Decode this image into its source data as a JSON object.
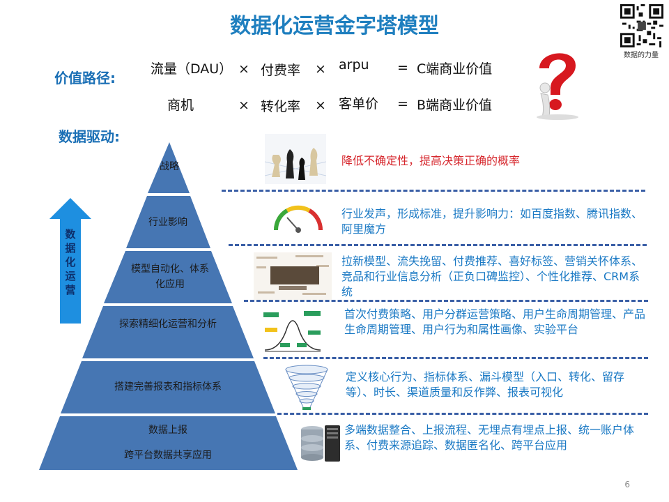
{
  "title": "数据化运营金字塔模型",
  "qr_caption": "数据的力量",
  "value_path": {
    "label": "价值路径:",
    "rows": [
      {
        "factor1": "流量（DAU）",
        "op1": "×",
        "factor2": "付费率",
        "op2": "×",
        "factor3": "arpu",
        "eq": "=",
        "result": "C端商业价值"
      },
      {
        "factor1": "商机",
        "op1": "×",
        "factor2": "转化率",
        "op2": "×",
        "factor3": "客单价",
        "eq": "=",
        "result": "B端商业价值"
      }
    ]
  },
  "data_driven_label": "数据驱动:",
  "arrow_label": "数据化运营",
  "pyramid": {
    "color": "#4676b3",
    "levels": [
      {
        "label": "战略",
        "description": "降低不确定性，提高决策正确的概率",
        "icon": "chess-pieces-icon"
      },
      {
        "label": "行业影响",
        "description": "行业发声，形成标准，提升影响力：如百度指数、腾讯指数、阿里魔方",
        "icon": "gauge-icon"
      },
      {
        "label": "模型自动化、体系化应用",
        "description": "拉新模型、流失挽留、付费推荐、喜好标签、营销关怀体系、竞品和行业信息分析（正负口碑监控）、个性化推荐、CRM系统",
        "icon": "data-wordcloud-icon"
      },
      {
        "label": "探索精细化运营和分析",
        "description": "首次付费策略、用户分群运营策略、用户生命周期管理、产品生命周期管理、用户行为和属性画像、实验平台",
        "icon": "lifecycle-chart-icon"
      },
      {
        "label": "搭建完善报表和指标体系",
        "description": "定义核心行为、指标体系、漏斗模型（入口、转化、留存等）、时长、渠道质量和反作弊、报表可视化",
        "icon": "funnel-icon"
      },
      {
        "label_line1": "数据上报",
        "label_line2": "跨平台数据共享应用",
        "description": "多端数据整合、上报流程、无埋点有埋点上报、统一账户体系、付费来源追踪、数据匿名化、跨平台应用",
        "icon": "database-server-icon"
      }
    ]
  },
  "page_number": "6",
  "colors": {
    "title": "#1f7fbf",
    "label": "#1a6fb5",
    "description": "#1a79c4",
    "strategy_description": "#d6262c",
    "arrow": "#1e8fe0",
    "divider": "#3a5fa6"
  }
}
